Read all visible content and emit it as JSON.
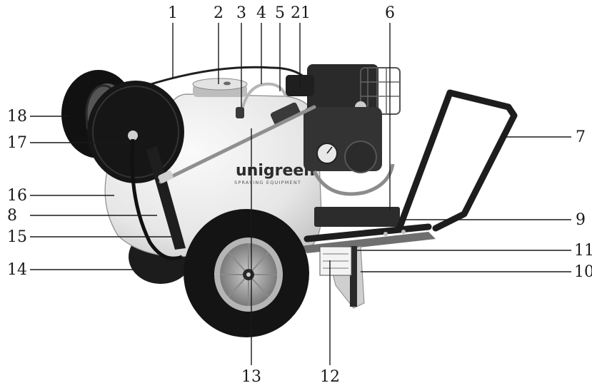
{
  "product": {
    "brand": "unigreen",
    "tagline": "SPRAYING EQUIPMENT"
  },
  "callouts": [
    {
      "id": "1",
      "text": "1"
    },
    {
      "id": "2",
      "text": "2"
    },
    {
      "id": "3",
      "text": "3"
    },
    {
      "id": "4",
      "text": "4"
    },
    {
      "id": "5",
      "text": "5"
    },
    {
      "id": "21",
      "text": "21"
    },
    {
      "id": "6",
      "text": "6"
    },
    {
      "id": "7",
      "text": "7"
    },
    {
      "id": "9",
      "text": "9"
    },
    {
      "id": "11",
      "text": "11"
    },
    {
      "id": "10",
      "text": "10"
    },
    {
      "id": "12",
      "text": "12"
    },
    {
      "id": "13",
      "text": "13"
    },
    {
      "id": "14",
      "text": "14"
    },
    {
      "id": "15",
      "text": "15"
    },
    {
      "id": "8",
      "text": "8"
    },
    {
      "id": "16",
      "text": "16"
    },
    {
      "id": "17",
      "text": "17"
    },
    {
      "id": "18",
      "text": "18"
    }
  ],
  "colors": {
    "ink": "#1a1a1a",
    "tank": "#ececec",
    "rubber": "#141414",
    "metal": "#9a9a9a"
  }
}
